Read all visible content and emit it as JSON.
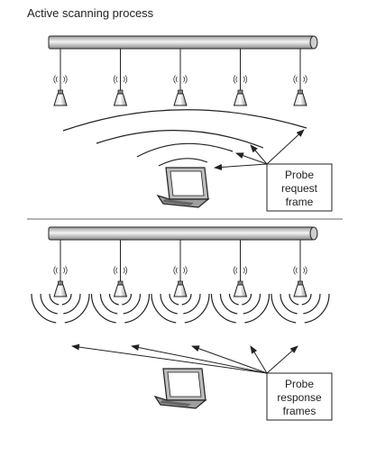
{
  "title": "Active scanning process",
  "probe_request_label": [
    "Probe",
    "request",
    "frame"
  ],
  "probe_response_label": [
    "Probe",
    "response",
    "frames"
  ],
  "access_point_count": 5,
  "colors": {
    "line": "#222222",
    "divider": "#888888",
    "bar_light": "#f2f2f2",
    "bar_dark": "#9a9a9a"
  },
  "icons": [
    "ceiling-pipe-icon",
    "access-point-icon",
    "wifi-signal-icon",
    "laptop-icon",
    "arrow-icon"
  ]
}
